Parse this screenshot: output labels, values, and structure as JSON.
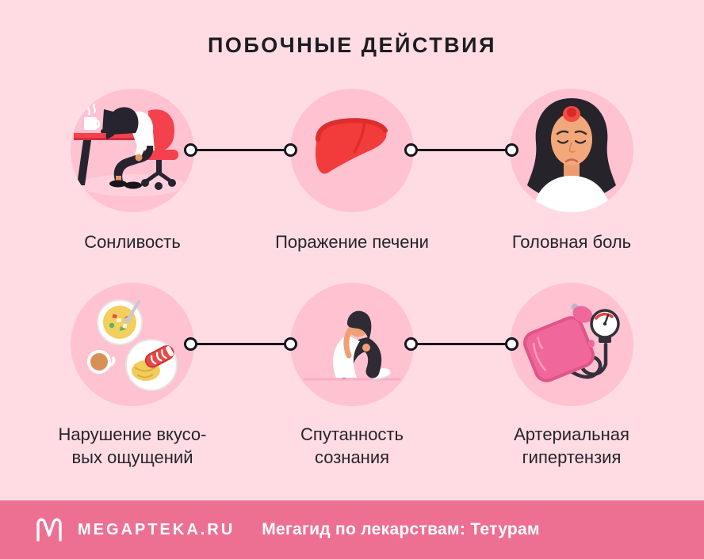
{
  "title": "ПОБОЧНЫЕ ДЕЙСТВИЯ",
  "colors": {
    "background": "#ffdce4",
    "circle_fill": "#ffc2d1",
    "footer_bar": "#ed7093",
    "text": "#26242a",
    "connector": "#17151c",
    "accent_red": "#f5414e",
    "liver_red": "#f23b3b",
    "cuff_pink": "#f0679b",
    "white": "#ffffff"
  },
  "items": [
    {
      "label": "Сонливость",
      "icon": "sleepy-at-desk-illustration"
    },
    {
      "label": "Поражение печени",
      "icon": "liver-illustration"
    },
    {
      "label": "Головная боль",
      "icon": "headache-woman-illustration"
    },
    {
      "label": "Нарушение вкусо-\nвых ощущений",
      "icon": "food-plates-illustration"
    },
    {
      "label": "Спутанность\nсознания",
      "icon": "sitting-distressed-illustration"
    },
    {
      "label": "Артериальная\nгипертензия",
      "icon": "blood-pressure-cuff-illustration"
    }
  ],
  "footer": {
    "brand": "MEGAPTEKA.RU",
    "caption": "Мегагид по лекарствам: Тетурам",
    "logo": "megapteka-m-logo"
  }
}
